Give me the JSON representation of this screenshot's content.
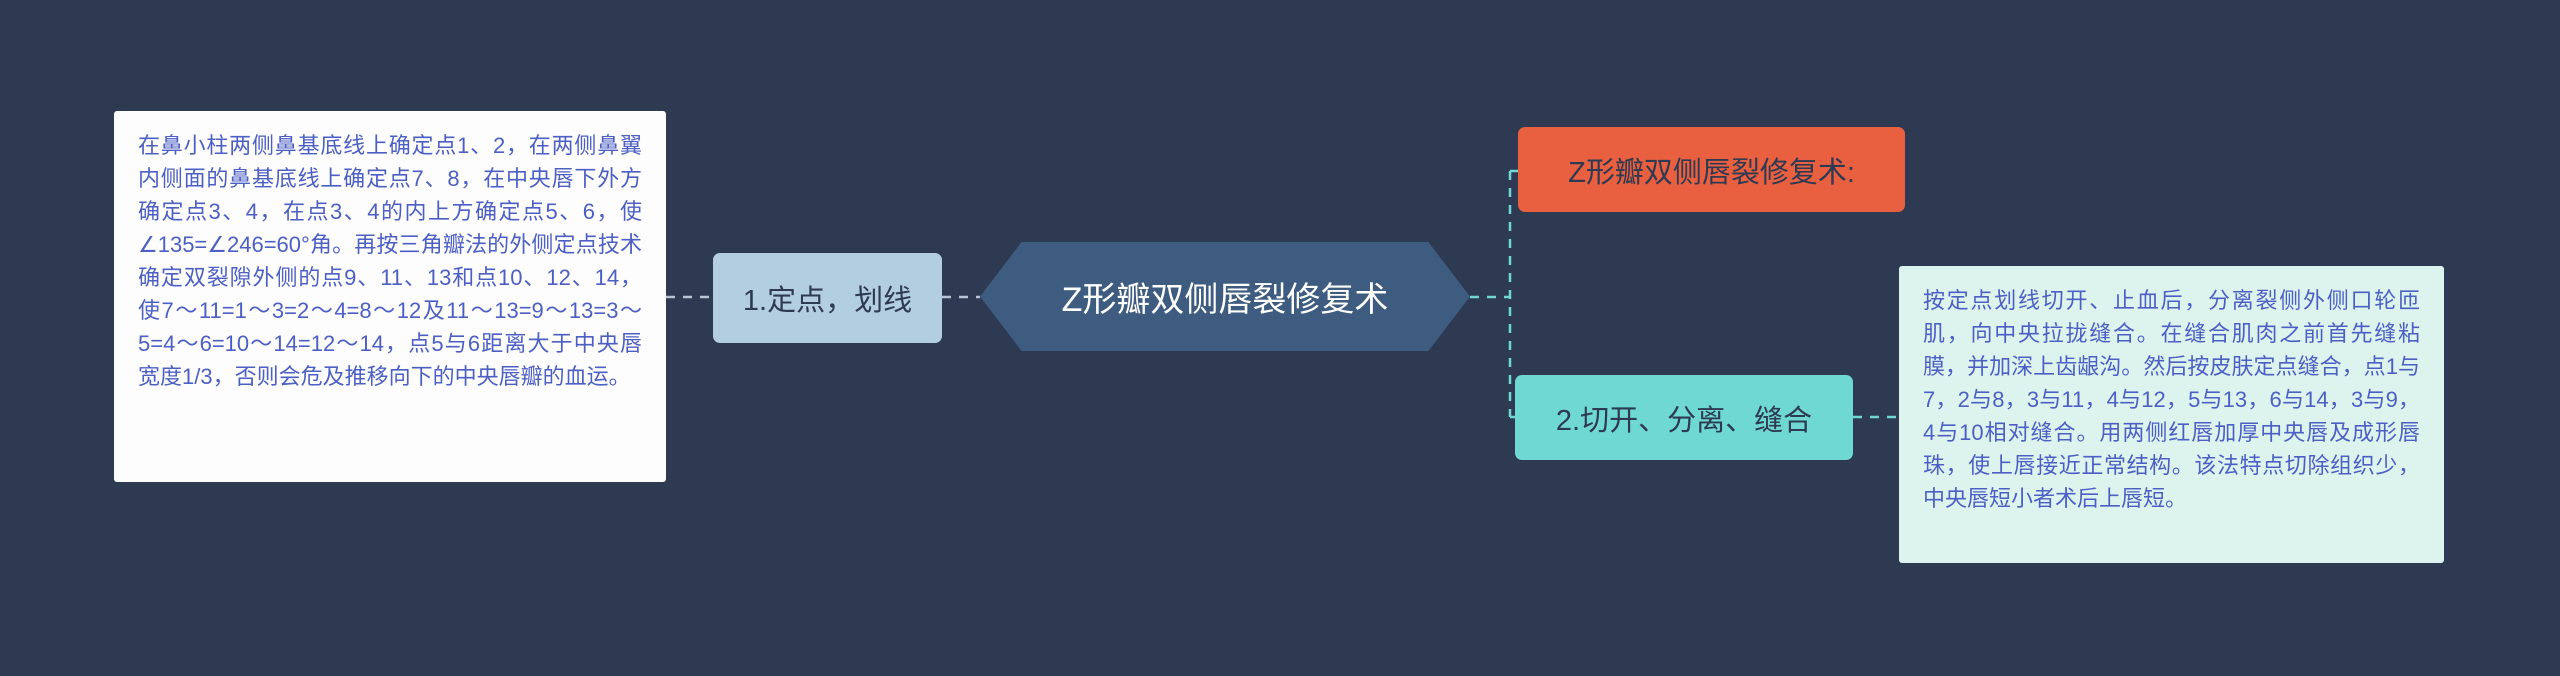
{
  "canvas": {
    "background_color": "#2e3a52"
  },
  "center_node": {
    "label": "Z形瓣双侧唇裂修复术",
    "color": "#3e5c80",
    "text_color": "#ffffff"
  },
  "left_branch": {
    "step_label": "1.定点，划线",
    "step_color": "#b3cde1",
    "detail": "在鼻小柱两侧鼻基底线上确定点1、2，在两侧鼻翼内侧面的鼻基底线上确定点7、8，在中央唇下外方确定点3、4，在点3、4的内上方确定点5、6，使∠135=∠246=60°角。再按三角瓣法的外侧定点技术确定双裂隙外侧的点9、11、13和点10、12、14，使7～11=1～3=2～4=8～12及11～13=9～13=3～5=4～6=10～14=12～14，点5与6距离大于中央唇宽度1/3，否则会危及推移向下的中央唇瓣的血运。",
    "detail_bg_color": "#fdfdfd",
    "detail_text_color": "#4c5fc4",
    "connector_color": "#b9c4d4"
  },
  "right_branch": {
    "title_label": "Z形瓣双侧唇裂修复术:",
    "title_color": "#e8603f",
    "step_label": "2.切开、分离、缝合",
    "step_color": "#70d8d2",
    "detail": "按定点划线切开、止血后，分离裂侧外侧口轮匝肌，向中央拉拢缝合。在缝合肌肉之前首先缝粘膜，并加深上齿龈沟。然后按皮肤定点缝合，点1与7，2与8，3与11，4与12，5与13，6与14，3与9，4与10相对缝合。用两侧红唇加厚中央唇及成形唇珠，使上唇接近正常结构。该法特点切除组织少，中央唇短小者术后上唇短。",
    "detail_bg_color": "#ddf4ee",
    "detail_text_color": "#4c5fc4",
    "connector_color": "#70d8d2"
  }
}
